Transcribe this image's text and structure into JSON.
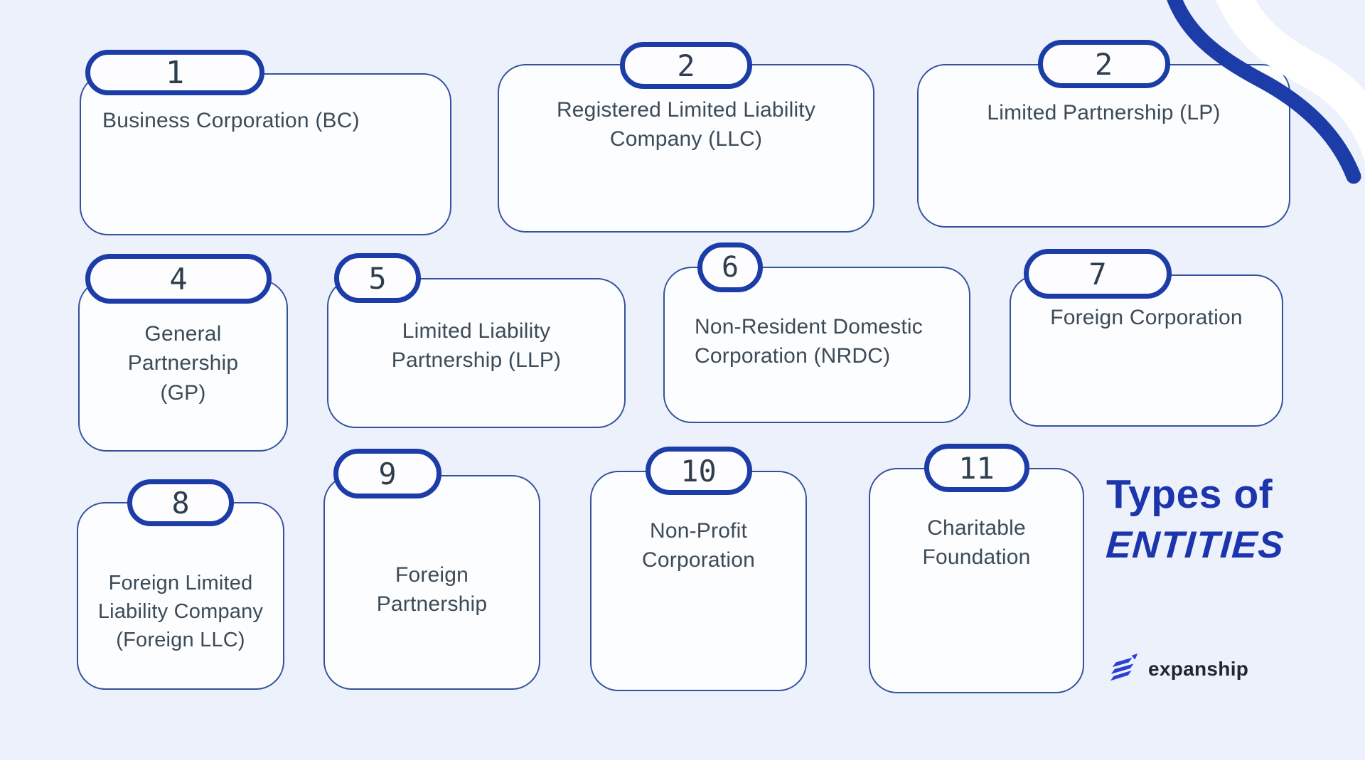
{
  "page": {
    "title_line1": "Types of",
    "title_line2": "ENTITIES",
    "colors": {
      "background": "#edf1fb",
      "card_fill": "#fcfdff",
      "card_border": "#33519e",
      "badge_border": "#1c3ca8",
      "text": "#3c4b56",
      "title_blue": "#1c35ad",
      "logo_mark_blue": "#2b3fd6"
    }
  },
  "entities": [
    {
      "number": "1",
      "label": "Business Corporation (BC)"
    },
    {
      "number": "2",
      "label": "Registered Limited Liability Company (LLC)"
    },
    {
      "number": "2",
      "label": "Limited Partnership (LP)"
    },
    {
      "number": "4",
      "label": "General Partnership (GP)"
    },
    {
      "number": "5",
      "label": "Limited Liability Partnership (LLP)"
    },
    {
      "number": "6",
      "label": "Non-Resident Domestic Corporation (NRDC)"
    },
    {
      "number": "7",
      "label": "Foreign Corporation"
    },
    {
      "number": "8",
      "label": "Foreign Limited Liability Company (Foreign LLC)"
    },
    {
      "number": "9",
      "label": "Foreign Partnership"
    },
    {
      "number": "10",
      "label": "Non-Profit Corporation"
    },
    {
      "number": "11",
      "label": "Charitable Foundation"
    }
  ],
  "logo": {
    "text": "expanship"
  }
}
